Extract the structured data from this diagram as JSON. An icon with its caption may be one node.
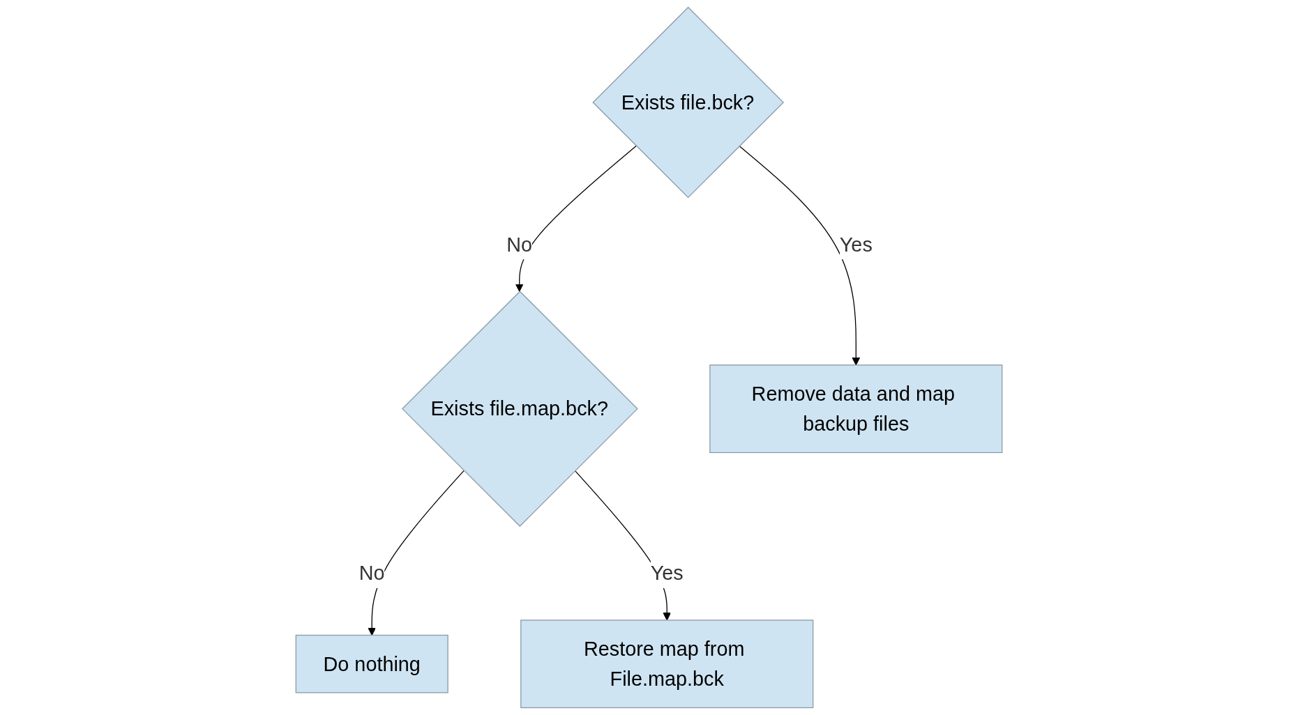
{
  "diagram": {
    "nodes": [
      {
        "text": [
          "Exists file.bck?"
        ]
      },
      {
        "text": [
          "Exists file.map.bck?"
        ]
      },
      {
        "text": [
          "Remove data and map backup files"
        ]
      },
      {
        "text": [
          "Do nothing"
        ]
      },
      {
        "text": [
          "Restore map from File.map.bck"
        ]
      }
    ],
    "edges": [
      {
        "from": 0,
        "to": 1,
        "arrow": "to",
        "label": "No"
      },
      {
        "from": 0,
        "to": 2,
        "arrow": "to",
        "label": "Yes"
      },
      {
        "from": 1,
        "to": 3,
        "arrow": "to",
        "label": "No"
      },
      {
        "from": 1,
        "to": 4,
        "arrow": "to",
        "label": "Yes"
      }
    ]
  }
}
